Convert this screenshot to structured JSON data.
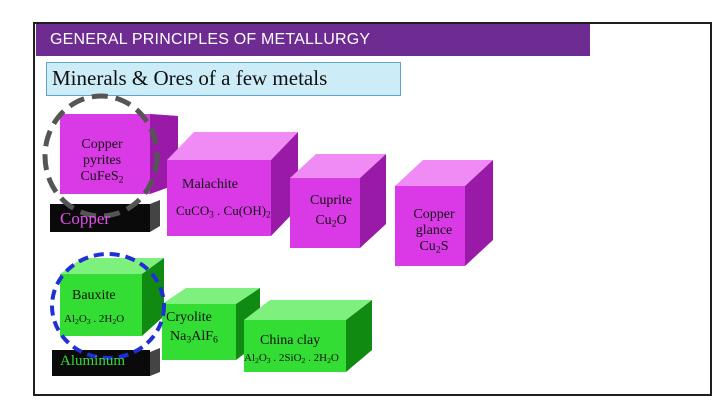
{
  "header": {
    "title": "GENERAL PRINCIPLES OF METALLURGY"
  },
  "subtitle": "Minerals & Ores of a few metals",
  "colors": {
    "header_bg": "#6e2b91",
    "copper_box": "#d93ae6",
    "aluminum_box": "#33dd33",
    "highlight_grey": "#555555",
    "highlight_blue": "#1f2fd6"
  },
  "copper": {
    "tag": "Copper",
    "ores": {
      "pyrites": {
        "line1": "Copper",
        "line2": "pyrites",
        "formula": [
          "Cu",
          "Fe",
          "S",
          "2"
        ]
      },
      "malachite": {
        "name": "Malachite",
        "formula": "Cu",
        "formula_main": "CO",
        "sub1": "3",
        "middle": " . Cu(OH)",
        "sub2": "2"
      },
      "cuprite": {
        "name": "Cuprite",
        "formula_a": "Cu",
        "sub": "2",
        "formula_b": "O"
      },
      "glance": {
        "line1": "Copper",
        "line2": "glance",
        "formula_a": "Cu",
        "sub": "2",
        "formula_b": "S"
      }
    }
  },
  "aluminum": {
    "tag": "Aluminum",
    "ores": {
      "bauxite": {
        "name": "Bauxite",
        "a": "Al",
        "s1": "2",
        "b": "O",
        "s2": "3",
        "c": " . 2H",
        "s3": "2",
        "d": "O"
      },
      "cryolite": {
        "name": "Cryolite",
        "a": "Na",
        "s1": "3",
        "b": "AlF",
        "s2": "6"
      },
      "china_clay": {
        "name": "China clay",
        "a": "Al",
        "s1": "2",
        "b": "O",
        "s2": "3",
        "c": " . 2SiO",
        "s3": "2",
        "d": " . 2H",
        "s4": "2",
        "e": "O"
      }
    }
  }
}
